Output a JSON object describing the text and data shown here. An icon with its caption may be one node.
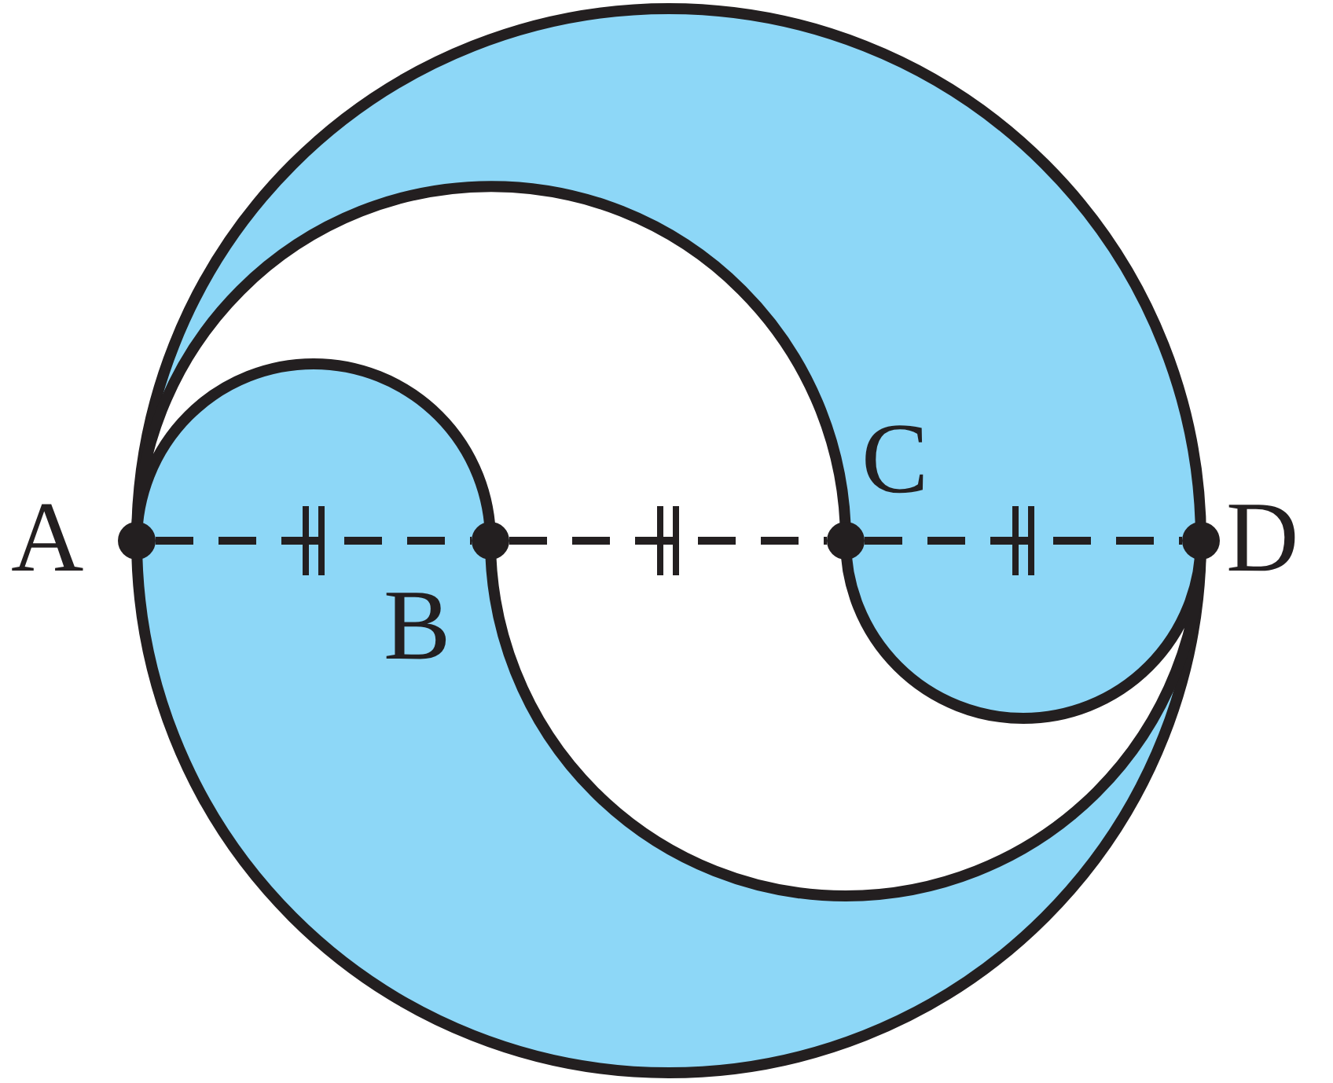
{
  "diagram": {
    "nodes": [
      {
        "text": [
          "A"
        ]
      },
      {
        "text": [
          "B"
        ]
      },
      {
        "text": [
          "C"
        ]
      },
      {
        "text": [
          "D"
        ]
      }
    ],
    "edges": [
      {
        "from": 0,
        "to": 1,
        "arrow": "none",
        "style": "dashed"
      },
      {
        "from": 1,
        "to": 2,
        "arrow": "none",
        "style": "dashed"
      },
      {
        "from": 2,
        "to": 3,
        "arrow": "none",
        "style": "dashed"
      }
    ]
  }
}
